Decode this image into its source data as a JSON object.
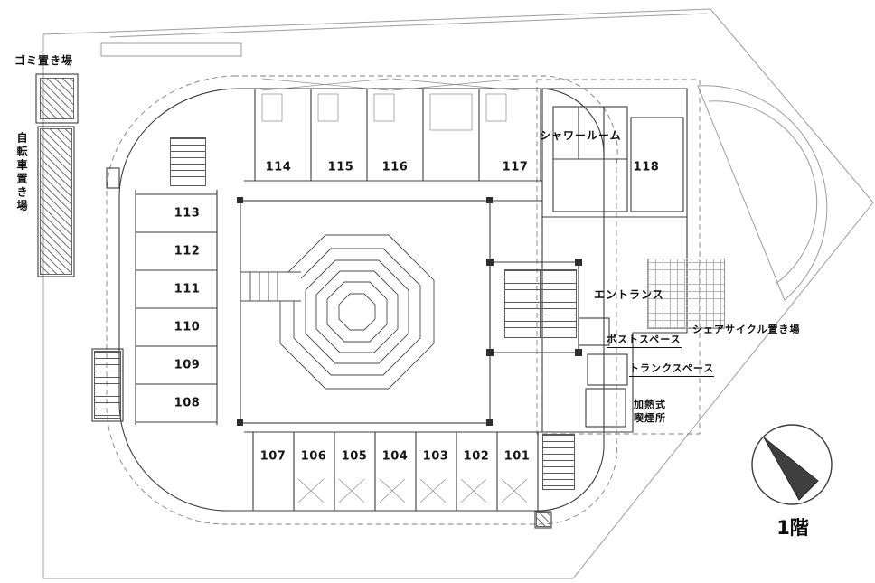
{
  "floor": {
    "label": "1階"
  },
  "rooms": [
    "101",
    "102",
    "103",
    "104",
    "105",
    "106",
    "107",
    "108",
    "109",
    "110",
    "111",
    "112",
    "113",
    "114",
    "115",
    "116",
    "117",
    "118"
  ],
  "areas": {
    "garbage": "ゴミ置き場",
    "bicycle_parking": "自転車置き場",
    "shower_room": "シャワールーム",
    "entrance": "エントランス",
    "post_space": "ポストスペース",
    "share_cycle": "シェアサイクル置き場",
    "trunk_space": "トランクスペース",
    "smoking_line1": "加熱式",
    "smoking_line2": "喫煙所"
  },
  "colors": {
    "background": "#ffffff",
    "ink": "#161616",
    "wall_line": "#3c3c3c",
    "light_line": "#8a8a8a",
    "site_line": "#9c9c9c",
    "compass_fill": "#3f3f3f"
  }
}
